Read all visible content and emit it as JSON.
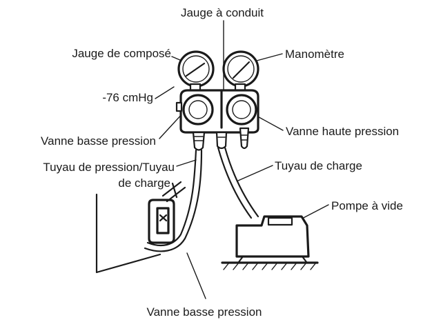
{
  "labels": {
    "jauge_conduit": "Jauge à conduit",
    "jauge_compose": "Jauge de composé",
    "manometre": "Manomètre",
    "cmhg": "-76 cmHg",
    "vanne_basse_pression_top": "Vanne basse pression",
    "vanne_haute_pression": "Vanne haute pression",
    "tuyau_pression_line1": "Tuyau de pression/Tuyau",
    "tuyau_pression_line2": "de charge",
    "tuyau_charge": "Tuyau de charge",
    "pompe_vide": "Pompe à vide",
    "vanne_basse_pression_bottom": "Vanne basse pression"
  },
  "colors": {
    "line": "#1a1a1a",
    "background": "#ffffff"
  }
}
